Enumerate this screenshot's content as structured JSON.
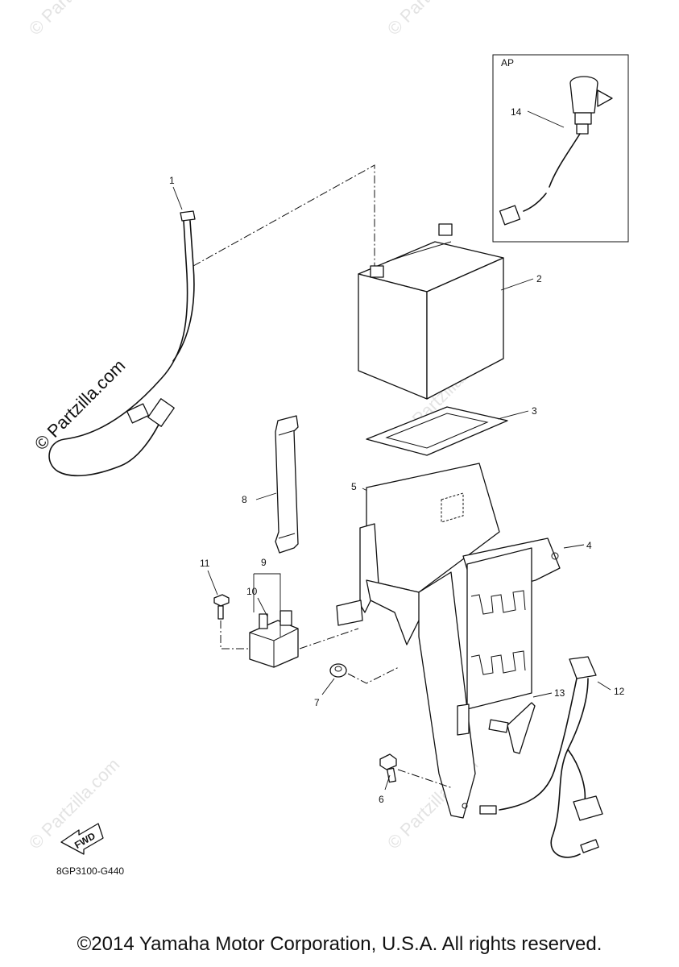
{
  "watermarks": {
    "main": "© Partzilla.com",
    "faint": "© Partzilla.com"
  },
  "callouts": {
    "p1": "1",
    "p2": "2",
    "p3": "3",
    "p4": "4",
    "p5": "5",
    "p6": "6",
    "p7": "7",
    "p8": "8",
    "p9": "9",
    "p10": "10",
    "p11": "11",
    "p12": "12",
    "p13": "13",
    "p14": "14"
  },
  "inset_label": "AP",
  "fwd_label": "FWD",
  "diagram_code": "8GP3100-G440",
  "copyright": "©2014 Yamaha Motor Corporation, U.S.A. All rights reserved."
}
